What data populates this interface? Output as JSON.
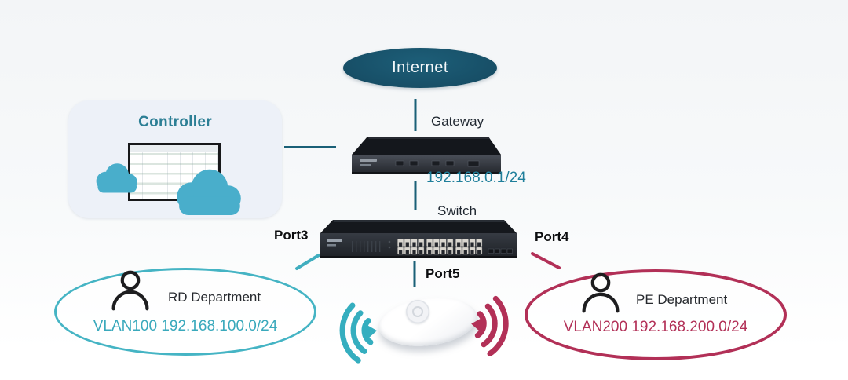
{
  "nodes": {
    "internet": {
      "label": "Internet"
    },
    "controller": {
      "label": "Controller"
    },
    "gateway": {
      "label": "Gateway",
      "ip": "192.168.0.1/24"
    },
    "switch": {
      "label": "Switch"
    },
    "ports": {
      "port3": "Port3",
      "port4": "Port4",
      "port5": "Port5"
    },
    "rd_department": {
      "label": "RD Department",
      "vlan": "VLAN100 192.168.100.0/24"
    },
    "pe_department": {
      "label": "PE Department",
      "vlan": "VLAN200 192.168.200.0/24"
    }
  },
  "icons": {
    "internet_node": "dark-teal-ellipse",
    "controller_clouds": "cloud-icon",
    "controller_screen": "monitor-table-icon",
    "rd_user": "person-icon",
    "pe_user": "person-icon",
    "wifi_left": "wifi-signal-icon",
    "wifi_right": "wifi-signal-icon",
    "gateway_device": "router-device",
    "switch_device": "24-port-switch-device",
    "access_point": "ceiling-ap-device"
  },
  "colors": {
    "internet_fill": "#174f67",
    "link_dark_teal": "#1a6077",
    "rd_teal": "#45b4c4",
    "pe_crimson": "#b23057",
    "ip_text": "#1f7f9b",
    "controller_title": "#2d7f95",
    "cloud_fill": "#49aecb"
  }
}
